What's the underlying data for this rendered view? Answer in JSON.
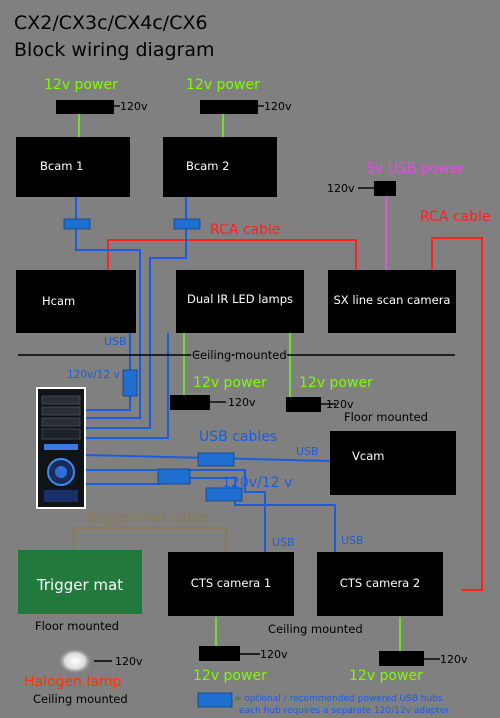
{
  "header": {
    "title_line1": "CX2/CX3c/CX4c/CX6",
    "title_line2": "Block wiring diagram"
  },
  "colors": {
    "background": "#808080",
    "box": "#000000",
    "power_label": "#7cfc00",
    "usb_power_label": "#ee44ee",
    "rca": "#ff2020",
    "usb": "#1a5ee0",
    "trigger": "#8b7a52",
    "halogen_label": "#ff3300",
    "trigger_mat": "#217a3c",
    "hub": "#1e6fd0"
  },
  "devices": {
    "bcam1": "Bcam 1",
    "bcam2": "Bcam 2",
    "hcam": "Hcam",
    "ir_lamps": "Dual IR LED lamps",
    "sx_camera": "SX line scan camera",
    "vcam": "Vcam",
    "trigger_mat": "Trigger mat",
    "cts1": "CTS camera 1",
    "cts2": "CTS camera 2",
    "halogen": "Halogen lamp"
  },
  "labels": {
    "power_12v": "12v power",
    "power_120v": "120v",
    "usb_power_5v": "5v USB power",
    "rca_cable": "RCA cable",
    "usb": "USB",
    "usb_cables": "USB cables",
    "hub_power": "120v/12 v",
    "hub_power_alt": "120v/12 v",
    "ceiling_mounted": "Ceiling mounted",
    "floor_mounted": "Floor mounted",
    "trigger_mat_cable": "Trigger mat cable"
  },
  "legend": {
    "line1": "= optional / recommended powered USB hubs",
    "line2": "each hub requires a separate 120/12v adapter"
  }
}
